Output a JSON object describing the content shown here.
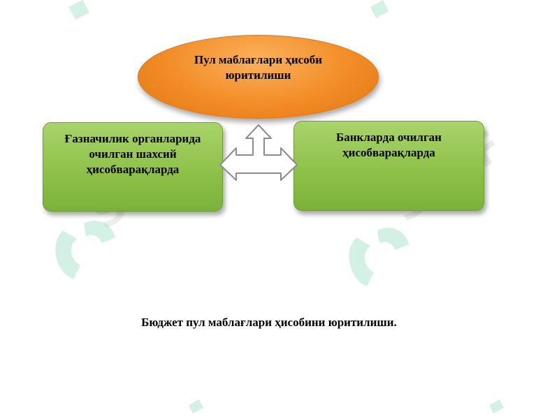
{
  "diagram": {
    "top_node": {
      "label": "Пул маблағлари ҳисоби юритилиши",
      "color": "#f28c26"
    },
    "left_node": {
      "label": "Ғазначилик органларида очилган шахсий ҳисобварақларда",
      "color": "#8fc14a"
    },
    "right_node": {
      "label": "Банкларда очилган ҳисобварақларда",
      "color": "#8fc14a"
    },
    "connector": {
      "type": "three-way-arrow",
      "directions": [
        "up",
        "left",
        "right"
      ]
    }
  },
  "caption": "Бюджет пул маблағлари ҳисобини юритилиши."
}
